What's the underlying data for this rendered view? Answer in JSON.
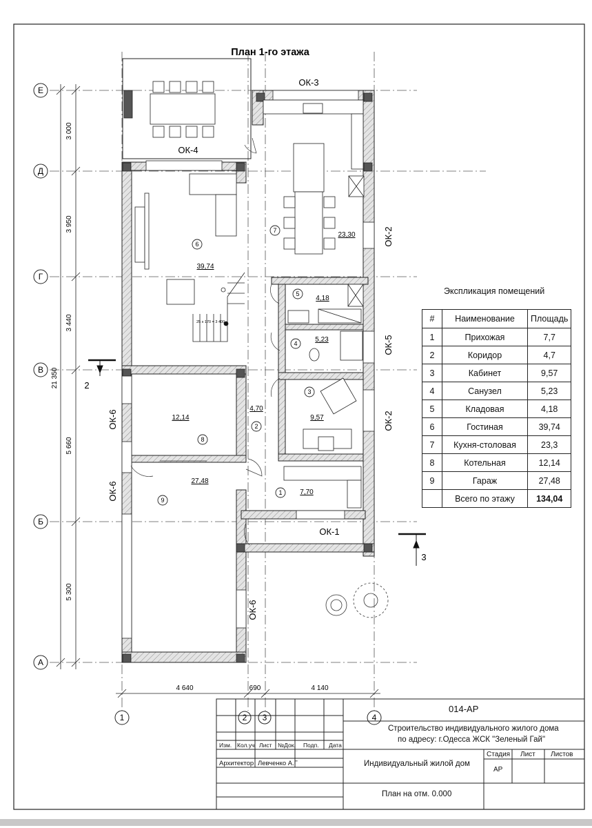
{
  "title": "План 1-го этажа",
  "axes_letters": [
    "Е",
    "Д",
    "Г",
    "В",
    "Б",
    "А"
  ],
  "axes_numbers": [
    "1",
    "2",
    "3",
    "4"
  ],
  "vertical_dims": [
    "3 000",
    "3 950",
    "3 440",
    "5 660",
    "5 300"
  ],
  "total_dim": "21 350",
  "horizontal_dims": [
    "4 640",
    "690",
    "4 140"
  ],
  "window_labels": {
    "ok3": "ОК-3",
    "ok4": "ОК-4",
    "ok2_top": "ОК-2",
    "ok5": "ОК-5",
    "ok2_bottom": "ОК-2",
    "ok6_upper": "ОК-6",
    "ok6_lower": "ОК-6",
    "ok1": "ОК-1",
    "ok6_garage": "ОК-6"
  },
  "rooms": [
    {
      "num": "1",
      "area": "7,70"
    },
    {
      "num": "2",
      "area": "4,70"
    },
    {
      "num": "3",
      "area": "9,57"
    },
    {
      "num": "4",
      "area": "5,23"
    },
    {
      "num": "5",
      "area": "4,18"
    },
    {
      "num": "6",
      "area": "39,74"
    },
    {
      "num": "7",
      "area": "23,30"
    },
    {
      "num": "8",
      "area": "12,14"
    },
    {
      "num": "9",
      "area": "27,48"
    }
  ],
  "section_marks": [
    "2",
    "3"
  ],
  "stair_note": "25 x 170 = 3 400",
  "explication": {
    "title": "Экспликация помещений",
    "headers": [
      "#",
      "Наименование",
      "Площадь"
    ],
    "rows": [
      [
        "1",
        "Прихожая",
        "7,7"
      ],
      [
        "2",
        "Коридор",
        "4,7"
      ],
      [
        "3",
        "Кабинет",
        "9,57"
      ],
      [
        "4",
        "Санузел",
        "5,23"
      ],
      [
        "5",
        "Кладовая",
        "4,18"
      ],
      [
        "6",
        "Гостиная",
        "39,74"
      ],
      [
        "7",
        "Кухня-столовая",
        "23,3"
      ],
      [
        "8",
        "Котельная",
        "12,14"
      ],
      [
        "9",
        "Гараж",
        "27,48"
      ]
    ],
    "total_label": "Всего по этажу",
    "total_value": "134,04"
  },
  "title_block": {
    "code": "014-АР",
    "project_line1": "Строительство индивидуального жилого дома",
    "project_line2": "по адресу: г.Одесса  ЖСК \"Зеленый Гай\"",
    "cols": [
      "Изм.",
      "Кол.уч",
      "Лист",
      "№Док.",
      "Подп.",
      "Дата"
    ],
    "role": "Архитектор",
    "author": "Левченко А.Г",
    "object": "Индивидуальный жилой дом",
    "stage_headers": [
      "Стадия",
      "Лист",
      "Листов"
    ],
    "stage": "АР",
    "sheet_name": "План на отм. 0.000"
  },
  "colors": {
    "line": "#1a1a1a",
    "hatch": "#9a9a9a",
    "wall_fill": "#d9d9d9",
    "dark_column": "#444444"
  }
}
